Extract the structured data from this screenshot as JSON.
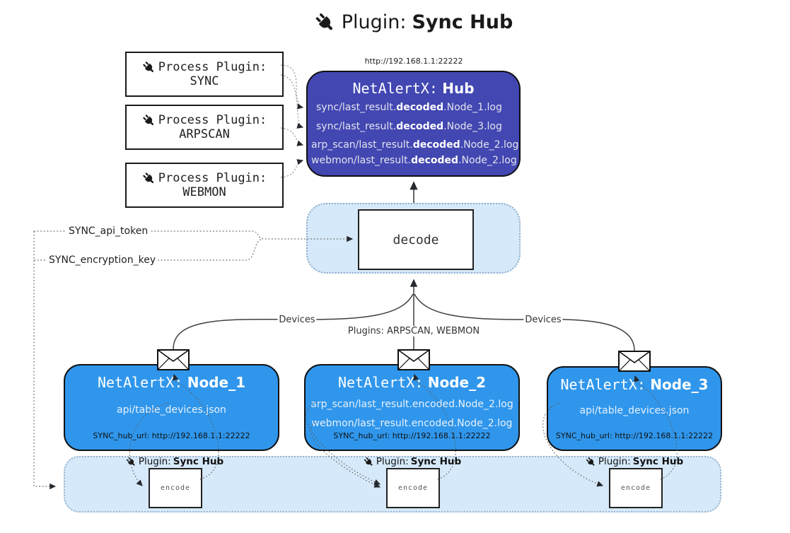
{
  "title": {
    "label": "Plugin:",
    "name": "Sync Hub"
  },
  "process_plugins": [
    {
      "label": "Process Plugin:",
      "name": "SYNC"
    },
    {
      "label": "Process Plugin:",
      "name": "ARPSCAN"
    },
    {
      "label": "Process Plugin:",
      "name": "WEBMON"
    }
  ],
  "hub": {
    "url": "http://192.168.1.1:22222",
    "product": "NetAlertX:",
    "name": "Hub",
    "entries": [
      {
        "pre": "sync/last_result.",
        "bold": "decoded",
        "post": ".Node_1.log"
      },
      {
        "pre": "sync/last_result.",
        "bold": "decoded",
        "post": ".Node_3.log"
      },
      {
        "pre": "arp_scan/last_result.",
        "bold": "decoded",
        "post": ".Node_2.log"
      },
      {
        "pre": "webmon/last_result.",
        "bold": "decoded",
        "post": ".Node_2.log"
      }
    ]
  },
  "decode_box": {
    "label": "decode"
  },
  "settings": {
    "api_token": "SYNC_api_token",
    "encryption_key": "SYNC_encryption_key"
  },
  "edge_labels": {
    "devices_left": "Devices",
    "plugins_middle": "Plugins: ARPSCAN, WEBMON",
    "devices_right": "Devices"
  },
  "nodes": [
    {
      "product": "NetAlertX:",
      "name": "Node_1",
      "files": [
        "api/table_devices.json"
      ],
      "hub_url": "SYNC_hub_url: http://192.168.1.1:22222"
    },
    {
      "product": "NetAlertX:",
      "name": "Node_2",
      "files": [
        "arp_scan/last_result.encoded.Node_2.log",
        "webmon/last_result.encoded.Node_2.log"
      ],
      "hub_url": "SYNC_hub_url: http://192.168.1.1:22222"
    },
    {
      "product": "NetAlertX:",
      "name": "Node_3",
      "files": [
        "api/table_devices.json"
      ],
      "hub_url": "SYNC_hub_url: http://192.168.1.1:22222"
    }
  ],
  "encoders": [
    {
      "plugin": "Plugin:",
      "plugin_name": "Sync Hub",
      "label": "encode"
    },
    {
      "plugin": "Plugin:",
      "plugin_name": "Sync Hub",
      "label": "encode"
    },
    {
      "plugin": "Plugin:",
      "plugin_name": "Sync Hub",
      "label": "encode"
    }
  ],
  "colors": {
    "hub_fill": "#4247b2",
    "node_fill": "#2f96ec",
    "container_fill": "#d6e9fa",
    "line_dark": "#26292e"
  }
}
